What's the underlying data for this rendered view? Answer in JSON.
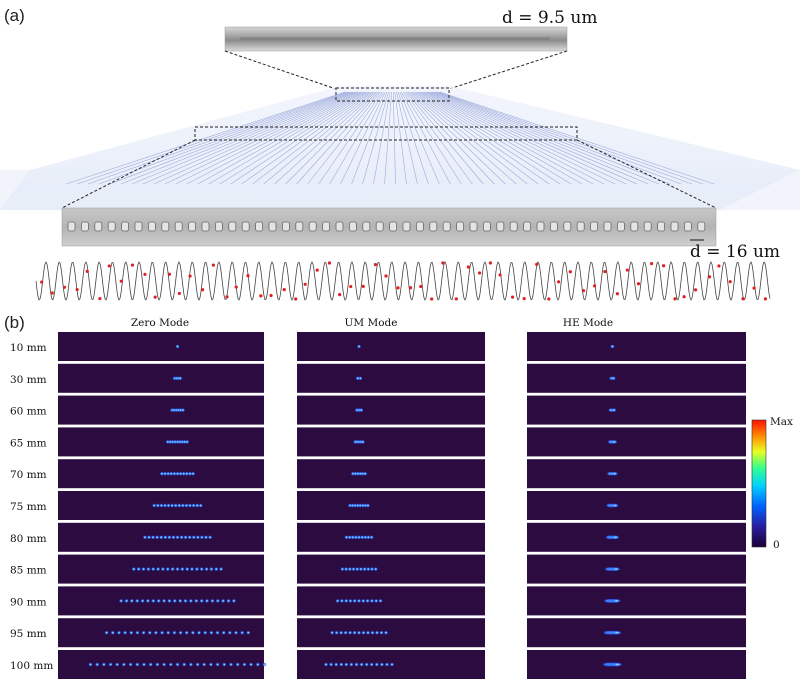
{
  "panel_a": {
    "label": "(a)",
    "top_scale": "d = 9.5 um",
    "bottom_scale": "d = 16 um"
  },
  "panel_b": {
    "label": "(b)",
    "columns": [
      {
        "title": "Zero Mode"
      },
      {
        "title": "UM Mode"
      },
      {
        "title": "HE Mode"
      }
    ],
    "rows": [
      "10 mm",
      "30 mm",
      "60 mm",
      "65 mm",
      "70 mm",
      "75 mm",
      "80 mm",
      "85 mm",
      "90 mm",
      "95 mm",
      "100 mm"
    ],
    "colorbar": {
      "max_label": "Max",
      "min_label": "0"
    },
    "colors": {
      "panel_bg": "#2c0c40",
      "spot": "#1e66ff",
      "spot_hot": "#7fd8ff"
    }
  }
}
